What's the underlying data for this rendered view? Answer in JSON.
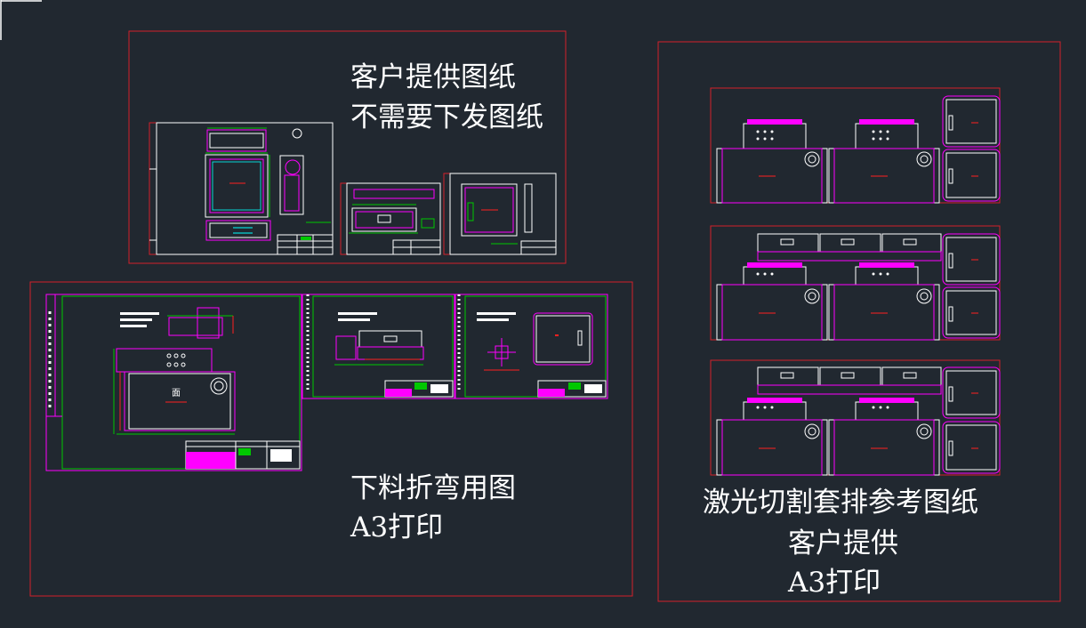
{
  "app": {
    "name": "CAD drawing viewport",
    "background": "#212830"
  },
  "colors": {
    "frame": "#d4202a",
    "sheet": "#ffffff",
    "detail": "#ff00ff",
    "annotation": "#00c800",
    "dimension": "#ff2020"
  },
  "annotations": {
    "group1_line1": "客户提供图纸",
    "group1_line2": "不需要下发图纸",
    "group2_line1": "下料折弯用图",
    "group2_line2": "A3打印",
    "group3_line1": "激光切割套排参考图纸",
    "group3_line2": "客户提供",
    "group3_line3": "A3打印"
  },
  "drawings": {
    "face_label": "面"
  }
}
